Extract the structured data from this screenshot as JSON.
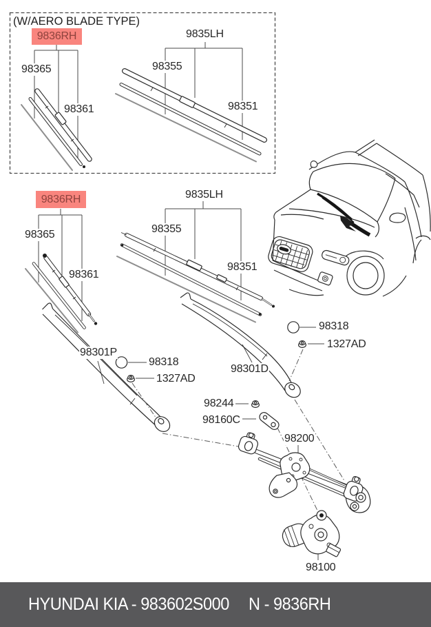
{
  "colors": {
    "highlight_bg": "#f9857e",
    "highlight_text": "#8e423d",
    "footer_bg": "#58585a",
    "footer_text": "#ffffff",
    "line_gray": "#8e8e8e"
  },
  "aero_box": {
    "title": "(W/AERO BLADE TYPE)",
    "rh_assembly": "9836RH",
    "arm": "98365",
    "blade_rh": "98361",
    "lh_assembly": "9835LH",
    "refill": "98355",
    "blade_lh": "98351"
  },
  "main_view": {
    "rh_assembly": "9836RH",
    "arm": "98365",
    "blade_rh": "98361",
    "lh_assembly": "9835LH",
    "refill": "98355",
    "blade_lh": "98351"
  },
  "linkage": {
    "arm_passenger": "98301P",
    "grommet_left": "98318",
    "nut_left": "1327AD",
    "arm_driver": "98301D",
    "grommet_right": "98318",
    "nut_right": "1327AD",
    "mount_nut": "98244",
    "mount_bracket": "98160C",
    "frame": "98200",
    "motor": "98100"
  },
  "footer": {
    "brand_part": "HYUNDAI  KIA - 983602S000",
    "ref": "N - 9836RH"
  }
}
